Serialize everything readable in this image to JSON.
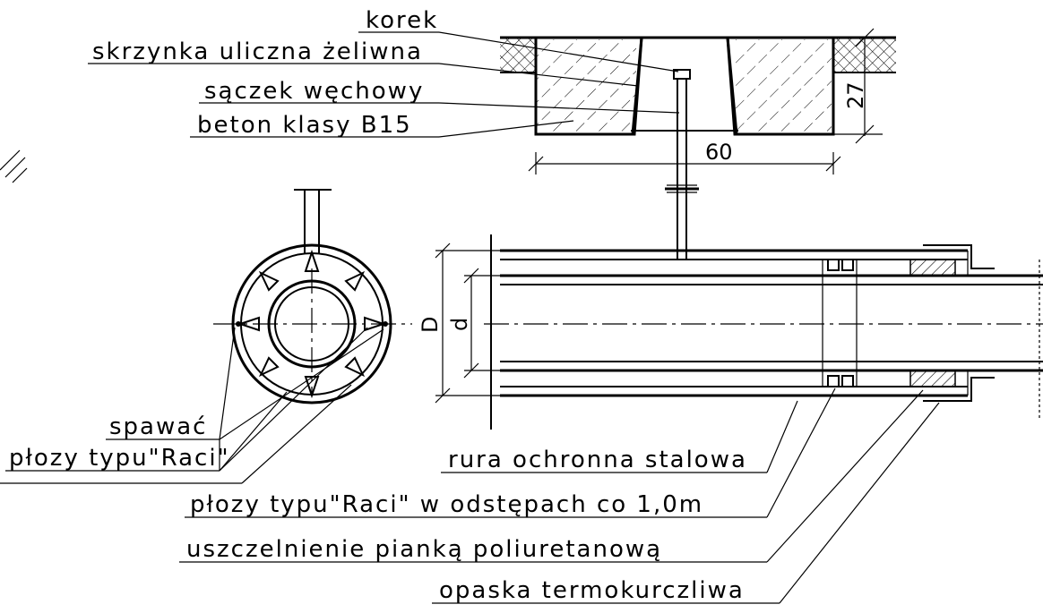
{
  "labels": {
    "korek": "korek",
    "skrzynka": "skrzynka uliczna żeliwna",
    "saczek": "sączek węchowy",
    "beton": "beton klasy B15",
    "spawac": "spawać",
    "plozy_left": "płozy typu\"Raci\"",
    "rura": "rura ochronna stalowa",
    "plozy_right": "płozy typu\"Raci\"  w odstępach co 1,0m",
    "uszczelnienie": "uszczelnienie pianką poliuretanową",
    "opaska": "opaska termokurczliwa"
  },
  "dimensions": {
    "width_60": "60",
    "height_27": "27",
    "outer_D": "D",
    "inner_d": "d"
  }
}
